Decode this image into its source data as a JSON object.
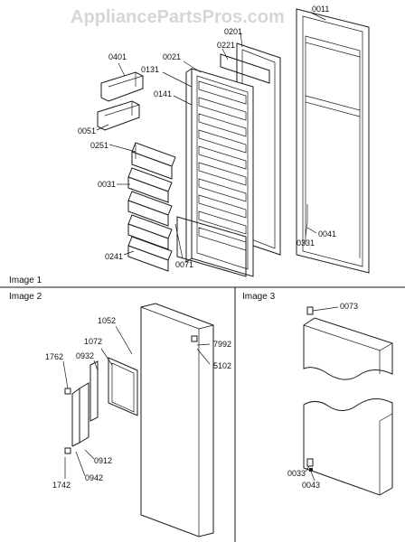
{
  "watermark": "AppliancePartsPros.com",
  "panels": {
    "image1": "Image 1",
    "image2": "Image 2",
    "image3": "Image 3"
  },
  "labels": {
    "p0011": "0011",
    "p0201": "0201",
    "p0221": "0221",
    "p0021": "0021",
    "p0401": "0401",
    "p0131": "0131",
    "p0141": "0141",
    "p0051": "0051",
    "p0251": "0251",
    "p0031": "0031",
    "p0241": "0241",
    "p0071": "0071",
    "p0331": "0331",
    "p0041": "0041",
    "p1052": "1052",
    "p1072": "1072",
    "p0932": "0932",
    "p1762": "1762",
    "p7992": "7992",
    "p5102": "5102",
    "p0912": "0912",
    "p0942": "0942",
    "p1742": "1742",
    "p0073": "0073",
    "p0033": "0033",
    "p0043": "0043"
  }
}
